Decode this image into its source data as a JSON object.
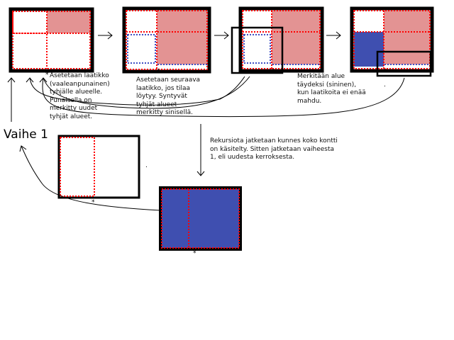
{
  "labels": {
    "vaihe": "Vaihe 1",
    "step1_text": "Asetetaan laatikko\n(vaaleanpunainen)\ntyhjälle alueelle.\nPunaisella on\nmerkitty uudet\ntyhjät alueet.",
    "step2_text": "Asetetaan seuraava\nlaatikko, jos tilaa\nlöytyy. Syntyvät\ntyhjät alueet\nmerkitty sinisellä.",
    "step3_text": "Merkitään alue\ntäydeksi (sininen),\nkun laatikoita ei enää\nmahdu.",
    "recursion_text": "Rekursiota jatketaan kunnes koko kontti\non käsitelty. Sitten jatketaan vaiheesta\n1, eli uudesta kerroksesta."
  },
  "colors": {
    "container_border": "#000000",
    "placed_box": "#e39393",
    "filled_area": "#3f4fb0",
    "red_dotted": "#ff0000",
    "blue_dotted": "#3e4ec2",
    "arrow": "#000000"
  }
}
